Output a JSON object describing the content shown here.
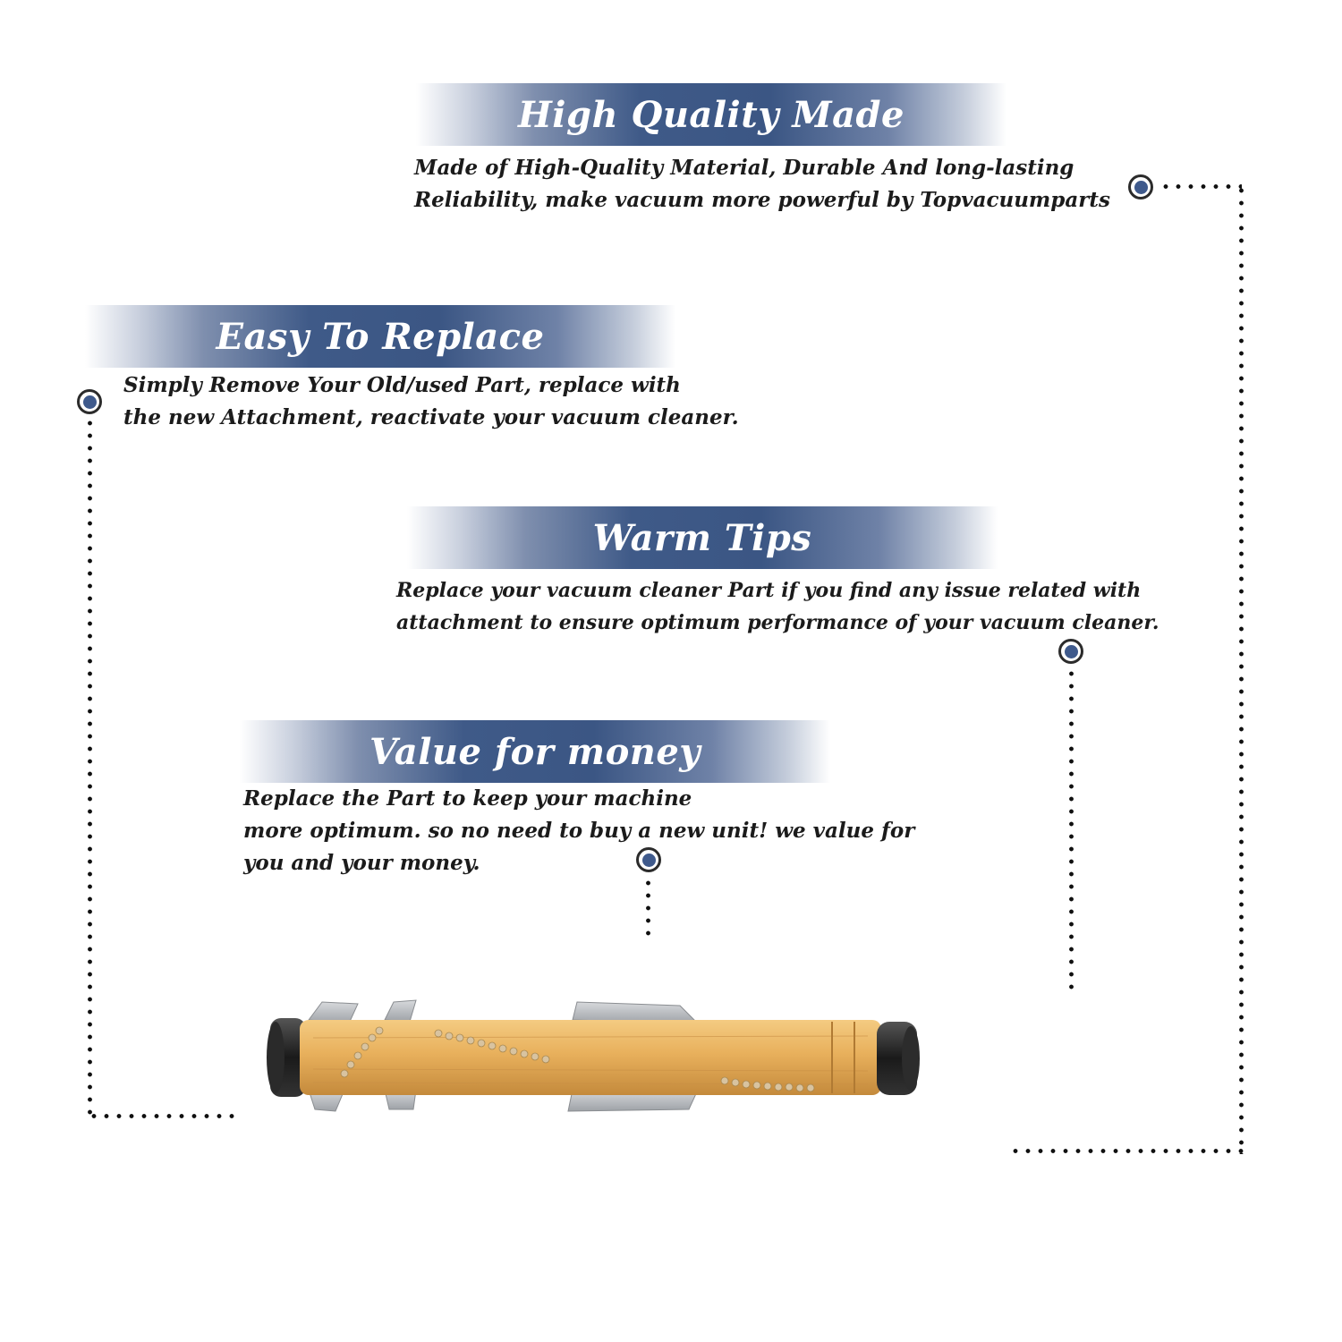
{
  "sections": [
    {
      "title": "High Quality Made",
      "lines": [
        "Made of  High-Quality Material, Durable And long-lasting",
        "Reliability, make vacuum more powerful by Topvacuumparts"
      ]
    },
    {
      "title": "Easy To Replace",
      "lines": [
        "Simply Remove Your Old/used Part, replace with",
        "the new Attachment, reactivate your vacuum cleaner."
      ]
    },
    {
      "title": "Warm Tips",
      "lines": [
        "Replace your vacuum cleaner Part if you find any issue related with",
        " attachment to ensure optimum performance of your vacuum cleaner."
      ]
    },
    {
      "title": "Value for money",
      "lines": [
        "Replace the Part to keep your machine",
        "more optimum. so no need to buy a new unit! we value for",
        "you and your money."
      ]
    }
  ],
  "colors": {
    "banner": "#3f5a88",
    "marker": "#3f5a8c",
    "brush_body": "#e8b05c",
    "bristles": "#b9bcc0"
  },
  "icons": [
    "marker-dot-icon",
    "brush-roll-image"
  ]
}
